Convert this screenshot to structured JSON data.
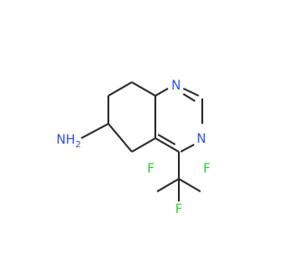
{
  "molecule": {
    "atoms": {
      "n1": "N",
      "n3": "N",
      "nh2": "NH",
      "nh2_sub": "2",
      "f_top": "F",
      "f_left": "F",
      "f_right": "F"
    },
    "colors": {
      "bond": "#2b2b2b",
      "nitrogen": "#3050f8",
      "fluorine": "#33cc33"
    }
  }
}
